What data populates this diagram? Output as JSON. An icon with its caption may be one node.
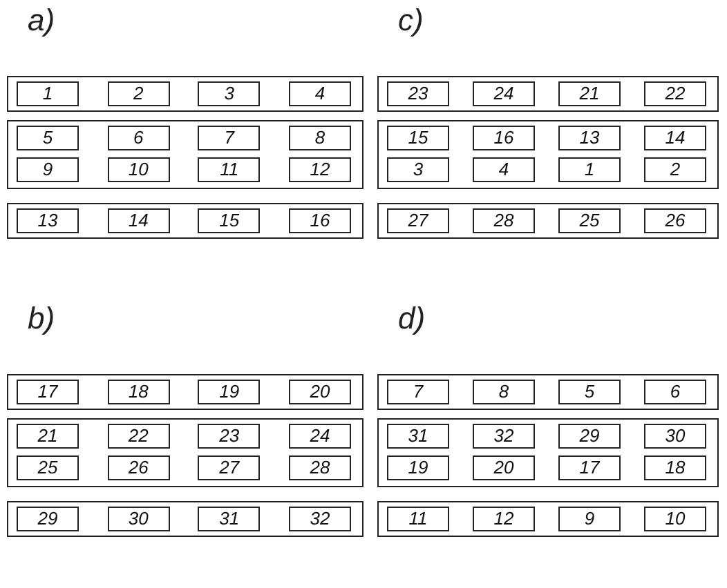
{
  "diagram": {
    "nodes": [
      {
        "text": [],
        "shape": "box"
      },
      {
        "text": [
          "1"
        ],
        "in": 0
      },
      {
        "text": [
          "2"
        ],
        "in": 0
      },
      {
        "text": [
          "3"
        ],
        "in": 0
      },
      {
        "text": [
          "4"
        ],
        "in": 0
      },
      {
        "text": [],
        "shape": "box"
      },
      {
        "text": [
          "5"
        ],
        "in": 5
      },
      {
        "text": [
          "6"
        ],
        "in": 5
      },
      {
        "text": [
          "7"
        ],
        "in": 5
      },
      {
        "text": [
          "8"
        ],
        "in": 5
      },
      {
        "text": [
          "9"
        ],
        "in": 5
      },
      {
        "text": [
          "10"
        ],
        "in": 5
      },
      {
        "text": [
          "11"
        ],
        "in": 5
      },
      {
        "text": [
          "12"
        ],
        "in": 5
      },
      {
        "text": [],
        "shape": "box"
      },
      {
        "text": [
          "13"
        ],
        "in": 14
      },
      {
        "text": [
          "14"
        ],
        "in": 14
      },
      {
        "text": [
          "15"
        ],
        "in": 14
      },
      {
        "text": [
          "16"
        ],
        "in": 14
      },
      {
        "text": [],
        "shape": "box"
      },
      {
        "text": [
          "23"
        ],
        "in": 19
      },
      {
        "text": [
          "24"
        ],
        "in": 19
      },
      {
        "text": [
          "21"
        ],
        "in": 19
      },
      {
        "text": [
          "22"
        ],
        "in": 19
      },
      {
        "text": [],
        "shape": "box"
      },
      {
        "text": [
          "15"
        ],
        "in": 24
      },
      {
        "text": [
          "16"
        ],
        "in": 24
      },
      {
        "text": [
          "13"
        ],
        "in": 24
      },
      {
        "text": [
          "14"
        ],
        "in": 24
      },
      {
        "text": [
          "3"
        ],
        "in": 24
      },
      {
        "text": [
          "4"
        ],
        "in": 24
      },
      {
        "text": [
          "1"
        ],
        "in": 24
      },
      {
        "text": [
          "2"
        ],
        "in": 24
      },
      {
        "text": [],
        "shape": "box"
      },
      {
        "text": [
          "27"
        ],
        "in": 33
      },
      {
        "text": [
          "28"
        ],
        "in": 33
      },
      {
        "text": [
          "25"
        ],
        "in": 33
      },
      {
        "text": [
          "26"
        ],
        "in": 33
      },
      {
        "text": [],
        "shape": "box"
      },
      {
        "text": [
          "17"
        ],
        "in": 38
      },
      {
        "text": [
          "18"
        ],
        "in": 38
      },
      {
        "text": [
          "19"
        ],
        "in": 38
      },
      {
        "text": [
          "20"
        ],
        "in": 38
      },
      {
        "text": [],
        "shape": "box"
      },
      {
        "text": [
          "21"
        ],
        "in": 43
      },
      {
        "text": [
          "22"
        ],
        "in": 43
      },
      {
        "text": [
          "23"
        ],
        "in": 43
      },
      {
        "text": [
          "24"
        ],
        "in": 43
      },
      {
        "text": [
          "25"
        ],
        "in": 43
      },
      {
        "text": [
          "26"
        ],
        "in": 43
      },
      {
        "text": [
          "27"
        ],
        "in": 43
      },
      {
        "text": [
          "28"
        ],
        "in": 43
      },
      {
        "text": [],
        "shape": "box"
      },
      {
        "text": [
          "29"
        ],
        "in": 52
      },
      {
        "text": [
          "30"
        ],
        "in": 52
      },
      {
        "text": [
          "31"
        ],
        "in": 52
      },
      {
        "text": [
          "32"
        ],
        "in": 52
      },
      {
        "text": [],
        "shape": "box"
      },
      {
        "text": [
          "7"
        ],
        "in": 57
      },
      {
        "text": [
          "8"
        ],
        "in": 57
      },
      {
        "text": [
          "5"
        ],
        "in": 57
      },
      {
        "text": [
          "6"
        ],
        "in": 57
      },
      {
        "text": [],
        "shape": "box"
      },
      {
        "text": [
          "31"
        ],
        "in": 62
      },
      {
        "text": [
          "32"
        ],
        "in": 62
      },
      {
        "text": [
          "29"
        ],
        "in": 62
      },
      {
        "text": [
          "30"
        ],
        "in": 62
      },
      {
        "text": [
          "19"
        ],
        "in": 62
      },
      {
        "text": [
          "20"
        ],
        "in": 62
      },
      {
        "text": [
          "17"
        ],
        "in": 62
      },
      {
        "text": [
          "18"
        ],
        "in": 62
      },
      {
        "text": [],
        "shape": "box"
      },
      {
        "text": [
          "11"
        ],
        "in": 71
      },
      {
        "text": [
          "12"
        ],
        "in": 71
      },
      {
        "text": [
          "9"
        ],
        "in": 71
      },
      {
        "text": [
          "10"
        ],
        "in": 71
      }
    ],
    "labels": [
      "a)",
      "c)",
      "b)",
      "d)"
    ]
  }
}
